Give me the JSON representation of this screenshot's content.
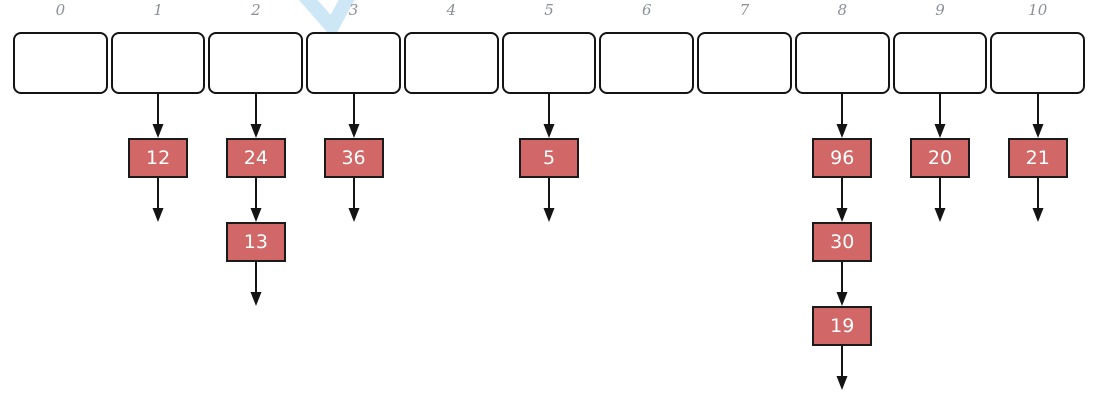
{
  "diagram": {
    "type": "hash-table-separate-chaining",
    "colors": {
      "background": "#ffffff",
      "bucket_border": "#141414",
      "index_label": "#8b8f97",
      "arrow": "#141414",
      "node_fill": "#d26767",
      "node_border": "#1a1a1a",
      "node_text": "#ffffff",
      "watermark": "#cde7f6"
    },
    "buckets": [
      {
        "label": "0",
        "chain": []
      },
      {
        "label": "1",
        "chain": [
          "12"
        ]
      },
      {
        "label": "2",
        "chain": [
          "24",
          "13"
        ]
      },
      {
        "label": "3",
        "chain": [
          "36"
        ]
      },
      {
        "label": "4",
        "chain": []
      },
      {
        "label": "5",
        "chain": [
          "5"
        ]
      },
      {
        "label": "6",
        "chain": []
      },
      {
        "label": "7",
        "chain": []
      },
      {
        "label": "8",
        "chain": [
          "96",
          "30",
          "19"
        ]
      },
      {
        "label": "9",
        "chain": [
          "20"
        ]
      },
      {
        "label": "10",
        "chain": [
          "21"
        ]
      }
    ]
  }
}
